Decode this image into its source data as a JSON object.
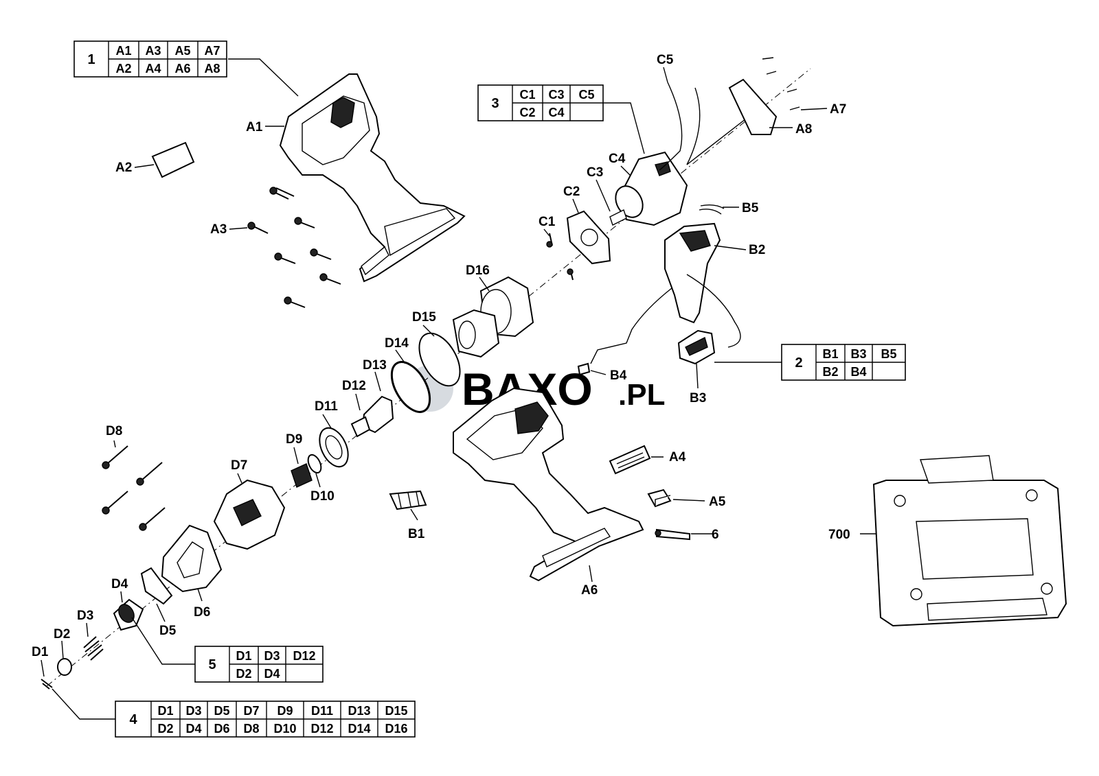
{
  "watermark": {
    "brand": "BAXO",
    "suffix": ".PL"
  },
  "kits": [
    {
      "number": "1",
      "parts": [
        "A1",
        "A3",
        "A5",
        "A7",
        "A2",
        "A4",
        "A6",
        "A8"
      ]
    },
    {
      "number": "2",
      "parts": [
        "B1",
        "B3",
        "B5",
        "B2",
        "B4",
        ""
      ]
    },
    {
      "number": "3",
      "parts": [
        "C1",
        "C3",
        "C5",
        "C2",
        "C4",
        ""
      ]
    },
    {
      "number": "4",
      "parts": [
        "D1",
        "D3",
        "D5",
        "D7",
        "D9",
        "D11",
        "D13",
        "D15",
        "D2",
        "D4",
        "D6",
        "D8",
        "D10",
        "D12",
        "D14",
        "D16"
      ]
    },
    {
      "number": "5",
      "parts": [
        "D1",
        "D3",
        "D12",
        "D2",
        "D4",
        ""
      ]
    }
  ],
  "labels": {
    "A1": "A1",
    "A2": "A2",
    "A3": "A3",
    "A4": "A4",
    "A5": "A5",
    "A6": "A6",
    "A7": "A7",
    "A8": "A8",
    "B1": "B1",
    "B2": "B2",
    "B3": "B3",
    "B4": "B4",
    "B5": "B5",
    "C1": "C1",
    "C2": "C2",
    "C3": "C3",
    "C4": "C4",
    "C5": "C5",
    "D1": "D1",
    "D2": "D2",
    "D3": "D3",
    "D4": "D4",
    "D5": "D5",
    "D6": "D6",
    "D7": "D7",
    "D8": "D8",
    "D9": "D9",
    "D10": "D10",
    "D11": "D11",
    "D12": "D12",
    "D13": "D13",
    "D14": "D14",
    "D15": "D15",
    "D16": "D16",
    "p6": "6",
    "p700": "700"
  }
}
